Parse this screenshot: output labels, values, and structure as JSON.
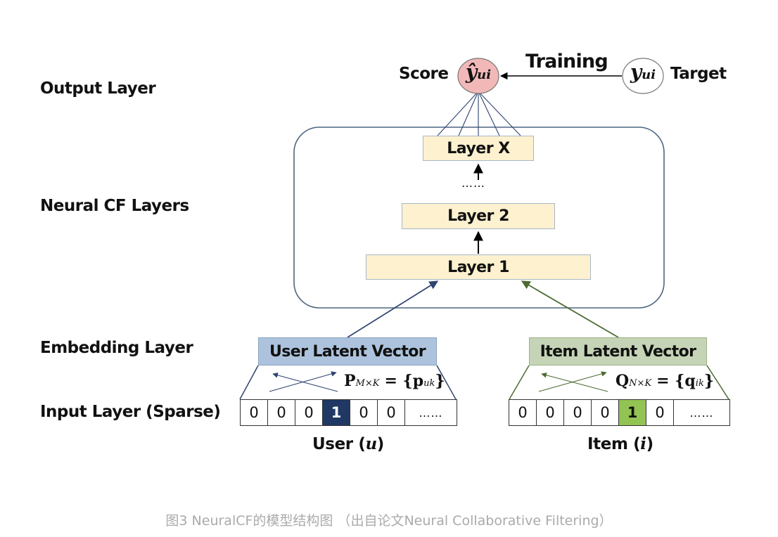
{
  "rows": {
    "output": "Output Layer",
    "neural": "Neural CF Layers",
    "embedding": "Embedding Layer",
    "input": "Input Layer (Sparse)"
  },
  "output": {
    "score_label": "Score",
    "score_symbol": "ŷ",
    "score_subscript": "ui",
    "training_label": "Training",
    "target_symbol": "y",
    "target_subscript": "ui",
    "target_label": "Target"
  },
  "layers": {
    "top": "Layer X",
    "ellipsis": "……",
    "second": "Layer 2",
    "first": "Layer 1"
  },
  "user": {
    "latent_label": "User Latent Vector",
    "matrix_symbol": "P",
    "matrix_subscript": "M×K",
    "matrix_eq": "= {",
    "matrix_elem": "p",
    "matrix_elem_sub": "uk",
    "matrix_close": "}",
    "vector": [
      "0",
      "0",
      "0",
      "1",
      "0",
      "0"
    ],
    "vector_more": "……",
    "active_index": 3,
    "axis_label": "User (",
    "axis_symbol": "u",
    "axis_close": ")"
  },
  "item": {
    "latent_label": "Item Latent Vector",
    "matrix_symbol": "Q",
    "matrix_subscript": "N×K",
    "matrix_eq": "= {",
    "matrix_elem": "q",
    "matrix_elem_sub": "ik",
    "matrix_close": "}",
    "vector": [
      "0",
      "0",
      "0",
      "0",
      "1",
      "0"
    ],
    "vector_more": "……",
    "active_index": 4,
    "axis_label": "Item (",
    "axis_symbol": "i",
    "axis_close": ")"
  },
  "caption": "图3 NeuralCF的模型结构图 （出自论文Neural Collaborative Filtering）",
  "colors": {
    "user_fill": "#adc3dd",
    "user_active": "#203864",
    "user_line": "#2f4470",
    "item_fill": "#c5d4b6",
    "item_active": "#92c353",
    "item_line": "#4c6b34",
    "layer_fill": "#fdf1cf",
    "score_fill": "#f2b8b8",
    "frame": "#4d6680"
  }
}
